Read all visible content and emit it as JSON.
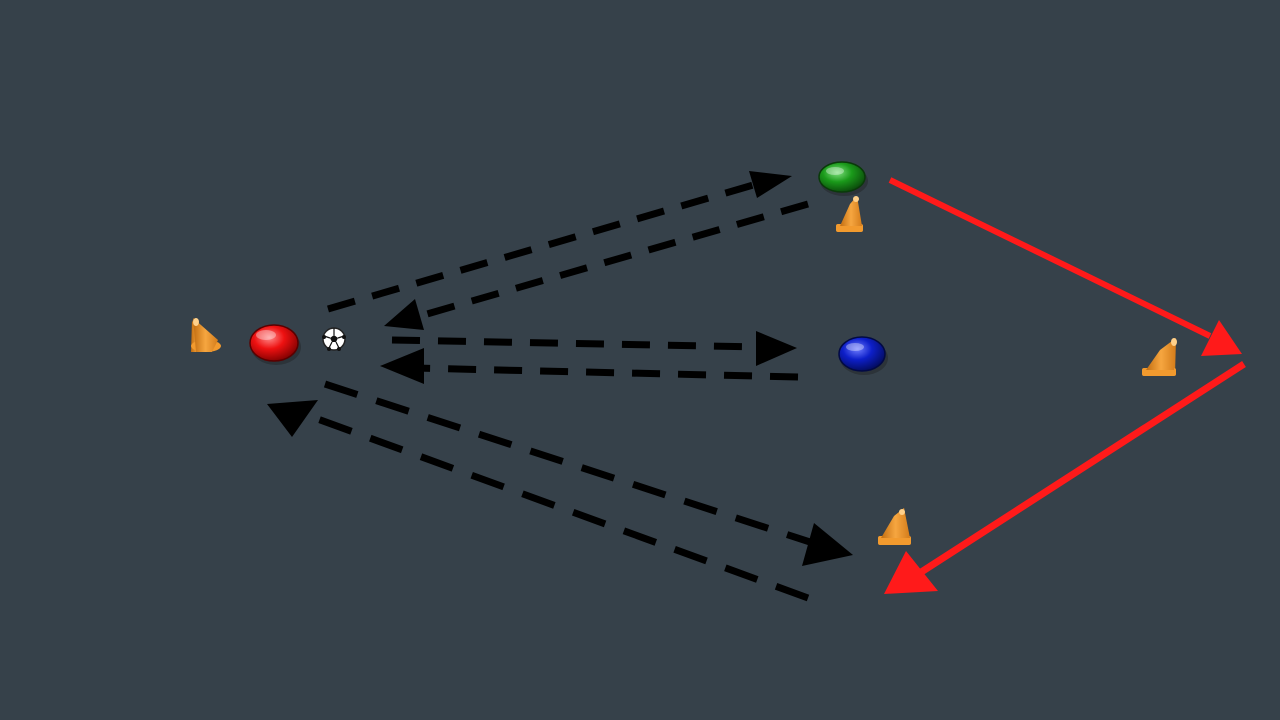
{
  "background_color": "#36414a",
  "pass_line_color": "#000000",
  "run_line_color": "#ff1a1a",
  "cone_color": "#f29a2e",
  "ball": {
    "icon": "soccer-ball-icon"
  },
  "players": [
    {
      "id": "red",
      "color": "#ee1111",
      "icon": "red-player-marker-icon"
    },
    {
      "id": "green",
      "color": "#1a9a1a",
      "icon": "green-player-marker-icon"
    },
    {
      "id": "blue",
      "color": "#0d1fc9",
      "icon": "blue-player-marker-icon"
    }
  ],
  "cones": [
    {
      "id": "left",
      "icon": "cone-icon"
    },
    {
      "id": "green",
      "icon": "cone-icon"
    },
    {
      "id": "right",
      "icon": "cone-icon"
    },
    {
      "id": "bottom",
      "icon": "cone-icon"
    }
  ],
  "movements": [
    {
      "id": "pass-red-to-green",
      "kind": "pass",
      "from": "red",
      "to": "green"
    },
    {
      "id": "pass-green-to-red",
      "kind": "pass",
      "from": "green",
      "to": "red"
    },
    {
      "id": "pass-red-to-blue",
      "kind": "pass",
      "from": "red",
      "to": "blue"
    },
    {
      "id": "pass-blue-to-red",
      "kind": "pass",
      "from": "blue",
      "to": "red"
    },
    {
      "id": "pass-red-to-bottom",
      "kind": "pass",
      "from": "red",
      "to": "bottom-cone"
    },
    {
      "id": "pass-bottom-to-red",
      "kind": "pass",
      "from": "bottom-cone",
      "to": "red"
    },
    {
      "id": "run-green-to-right",
      "kind": "run",
      "from": "green",
      "to": "right-cone"
    },
    {
      "id": "run-right-to-bottom",
      "kind": "run",
      "from": "right-cone",
      "to": "bottom-cone"
    }
  ]
}
